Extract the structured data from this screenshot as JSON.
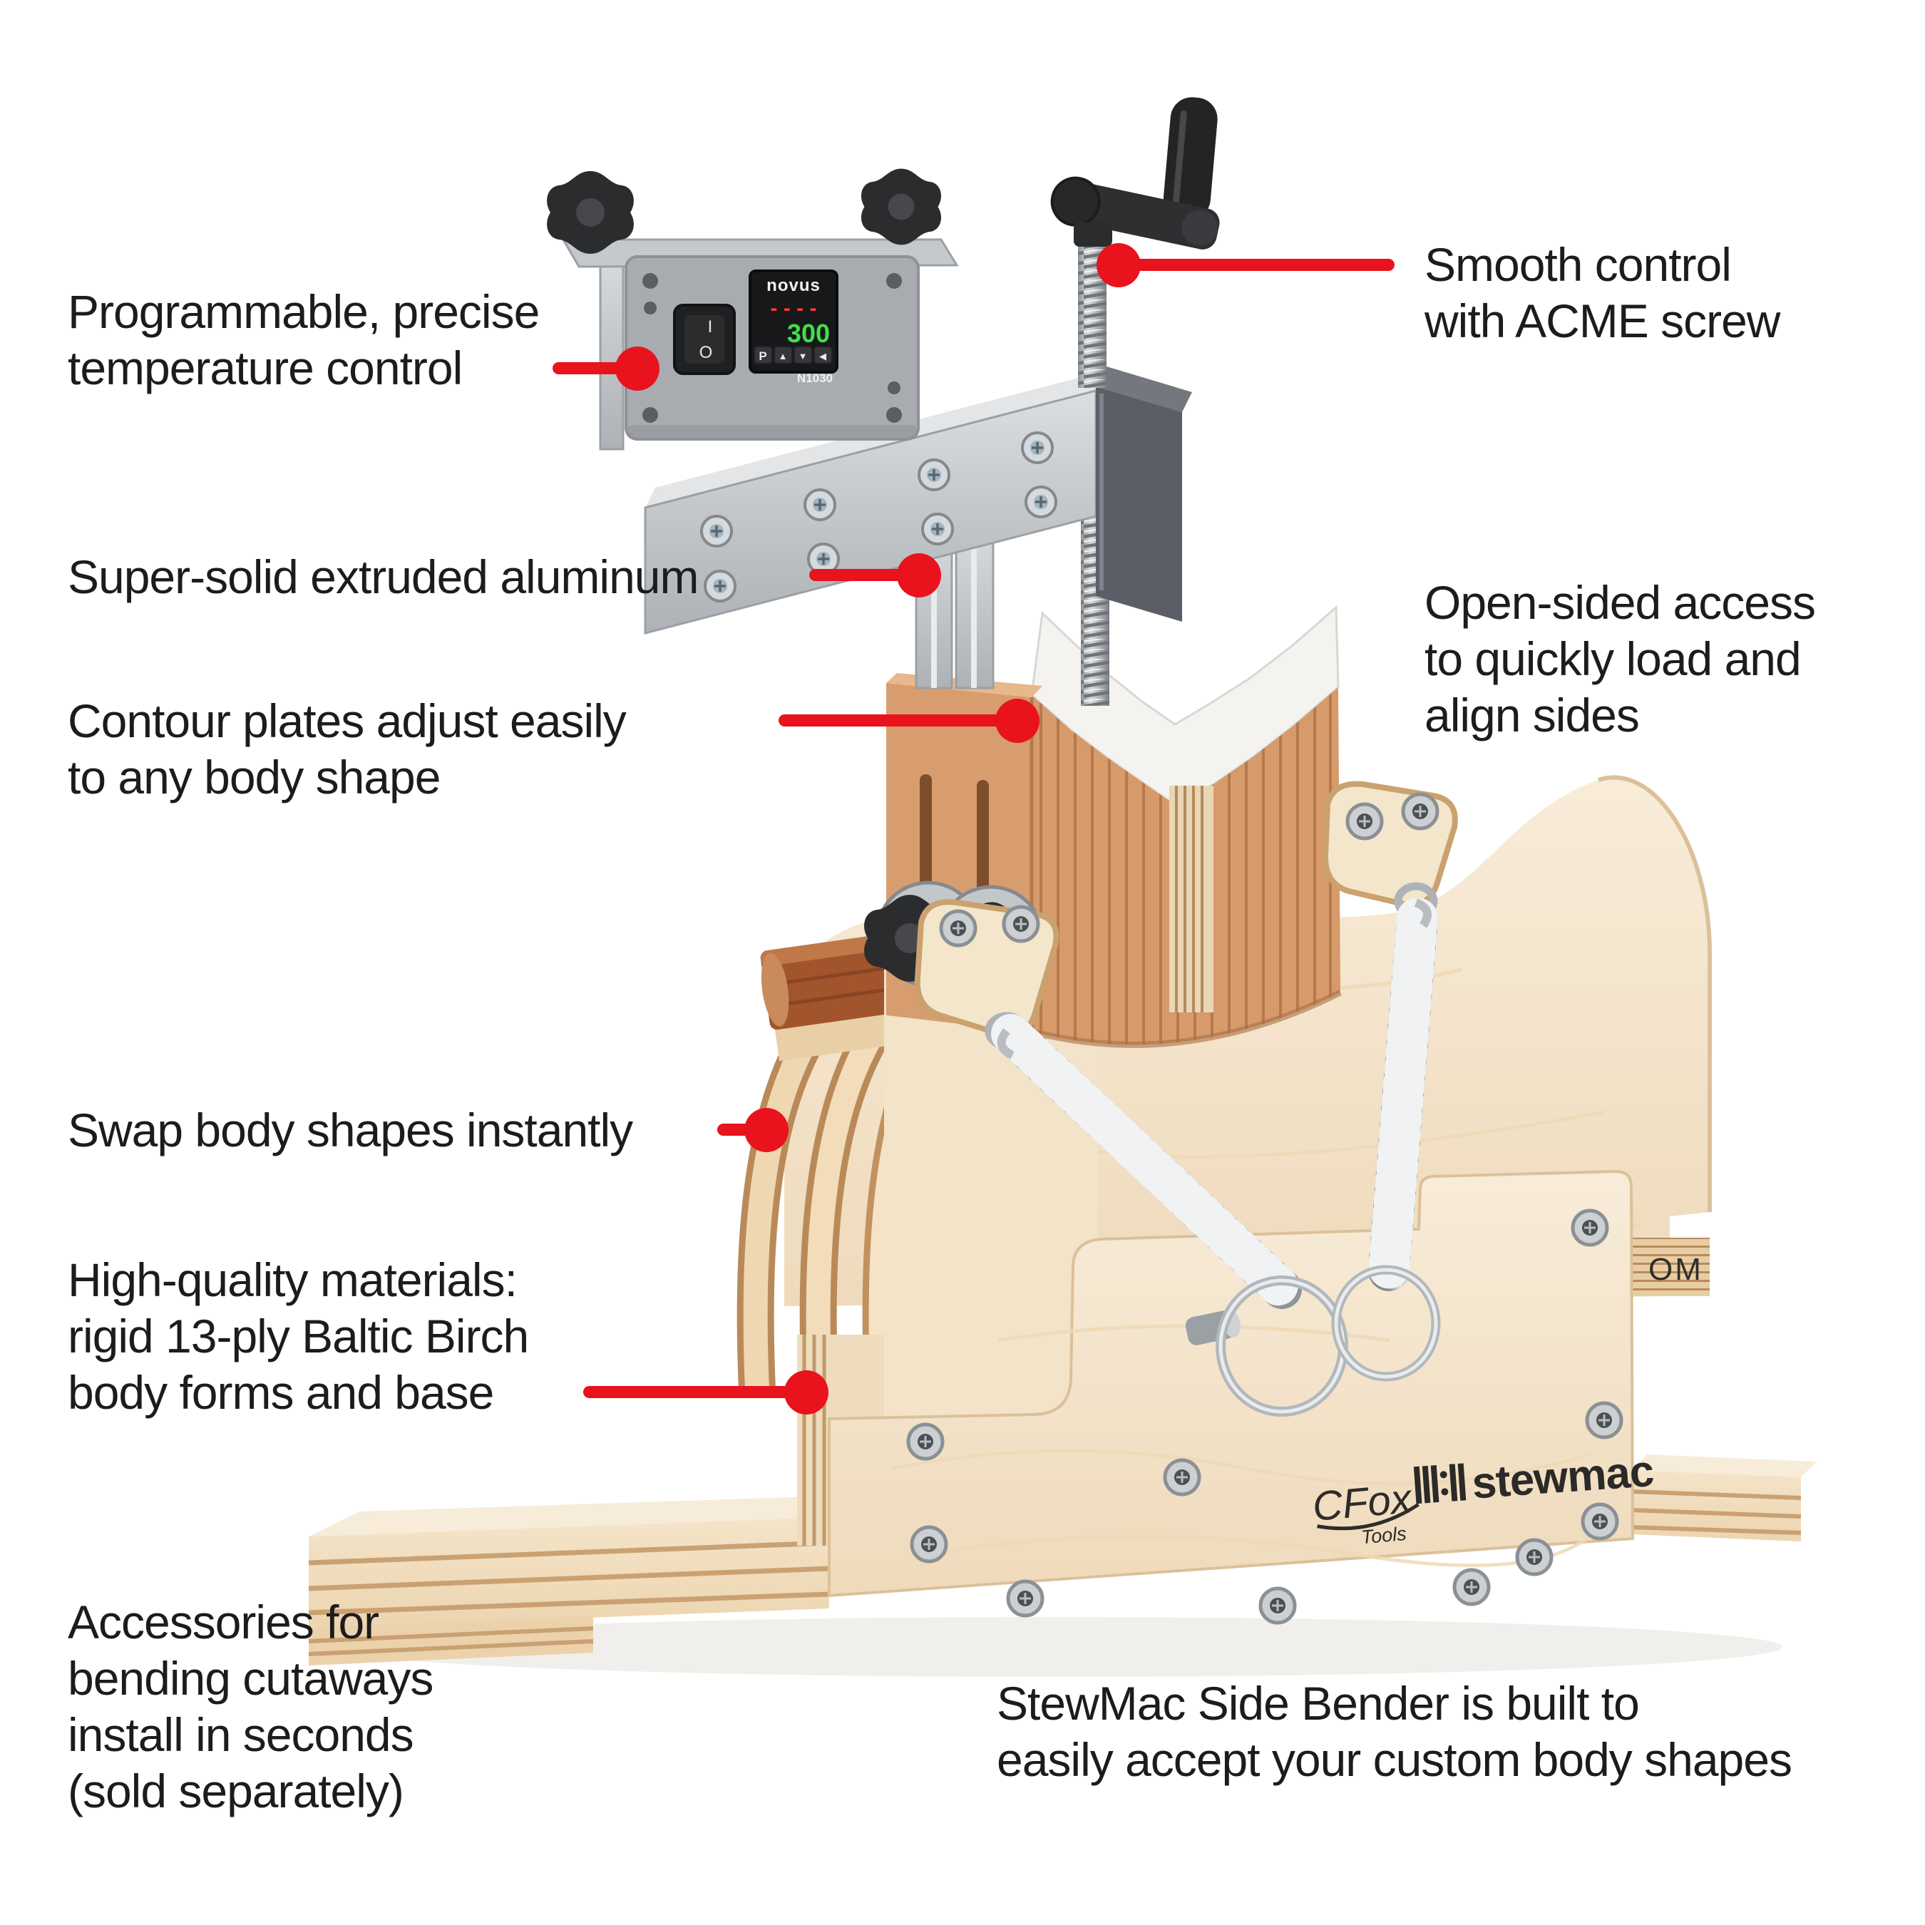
{
  "palette": {
    "accent_red": "#e8131c",
    "text": "#1c1c1c",
    "birch_light": "#f6e8d2",
    "birch_edge": "#d9b68a",
    "contour_tan": "#d69a6b",
    "cherry": "#a2552d",
    "aluminum": "#c9ccce",
    "dark_metal": "#2b2c2e"
  },
  "labels": {
    "temperature": {
      "lines": [
        "Programmable, precise",
        "temperature control"
      ]
    },
    "smooth": {
      "lines": [
        "Smooth control",
        "with ACME screw"
      ]
    },
    "aluminum": {
      "lines": [
        "Super-solid extruded aluminum"
      ]
    },
    "open": {
      "lines": [
        "Open-sided access",
        "to quickly load and",
        "align sides"
      ]
    },
    "contour": {
      "lines": [
        "Contour plates adjust easily",
        "to any body shape"
      ]
    },
    "swap": {
      "lines": [
        "Swap body shapes instantly"
      ]
    },
    "materials": {
      "lines": [
        "High-quality materials:",
        "rigid 13-ply Baltic Birch",
        "body forms and base"
      ]
    },
    "accessories": {
      "lines": [
        "Accessories for",
        "bending cutaways",
        "install in seconds",
        "(sold separately)"
      ]
    },
    "caption": {
      "lines": [
        "StewMac Side Bender is built to",
        "easily accept your custom body shapes"
      ]
    }
  },
  "machine": {
    "form_label": "OM",
    "controller": {
      "brand": "novus",
      "model": "N1030",
      "setpoint": "300",
      "segment_dashes": "- - - -",
      "buttons": [
        "P",
        "▲",
        "▼",
        "◀"
      ],
      "power_on": "I",
      "power_off": "O"
    },
    "logos": {
      "cfox": "CFox",
      "cfox_sub": "Tools",
      "stewmac": "stewmac"
    }
  }
}
